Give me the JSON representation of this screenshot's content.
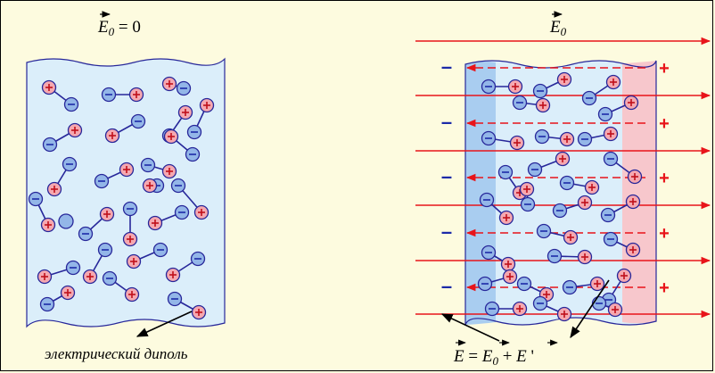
{
  "left_panel": {
    "field_label": "E",
    "field_subscript": "0",
    "field_rest": " = 0",
    "caption": "электрический диполь"
  },
  "right_panel": {
    "field_label": "E",
    "field_subscript": "0",
    "formula": {
      "lhs": "E",
      "eq": " = ",
      "e0": "E",
      "e0_sub": "0",
      "plus": " + ",
      "eprime": "E",
      "prime": " '"
    },
    "minus_sign": "–",
    "plus_sign": "+"
  },
  "colors": {
    "background": "#fdfbdf",
    "dielectric": "#dbeefa",
    "negative_charge": "#93b6e8",
    "positive_charge": "#f5a8b0",
    "field_line": "#e8141a",
    "bond": "#27279a",
    "minus_sign": "#1c2aa8",
    "plus_sign": "#e8141a"
  }
}
